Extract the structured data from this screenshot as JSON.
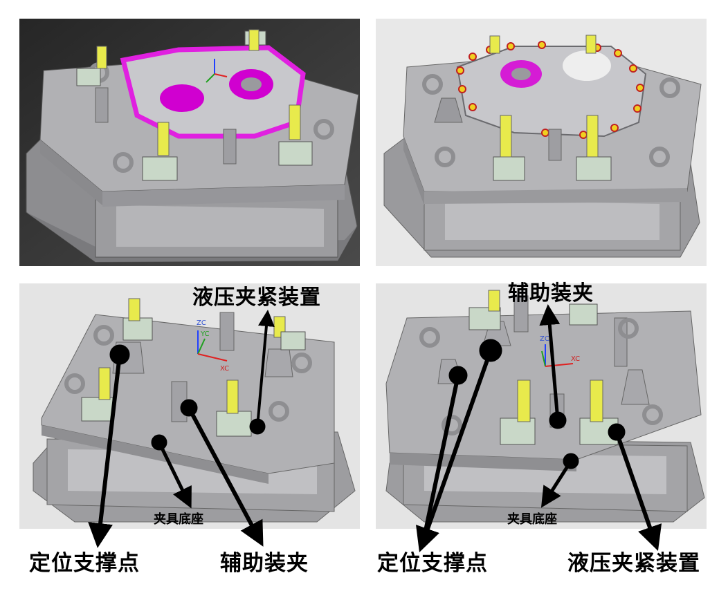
{
  "panels": [
    {
      "id": "top-left",
      "background": "#303030",
      "part_highlight": "#e020e0"
    },
    {
      "id": "top-right",
      "background": "#ececec",
      "part_highlight": "#d51cd5"
    },
    {
      "id": "bottom-left",
      "background": "#e6e6e6"
    },
    {
      "id": "bottom-right",
      "background": "#e6e6e6"
    }
  ],
  "axis": {
    "zc": "ZC",
    "yc": "YC",
    "xc": "XC"
  },
  "labels": {
    "hydraulic_clamp": "液压夹紧装置",
    "auxiliary_clamp": "辅助装夹",
    "fixture_base": "夹具底座",
    "locating_support": "定位支撑点"
  },
  "colors": {
    "fixture_gray": "#a9a9ab",
    "clamp_yellow": "#e8ea4c",
    "clamp_base": "#c9d8c8",
    "arrow": "#000000"
  }
}
